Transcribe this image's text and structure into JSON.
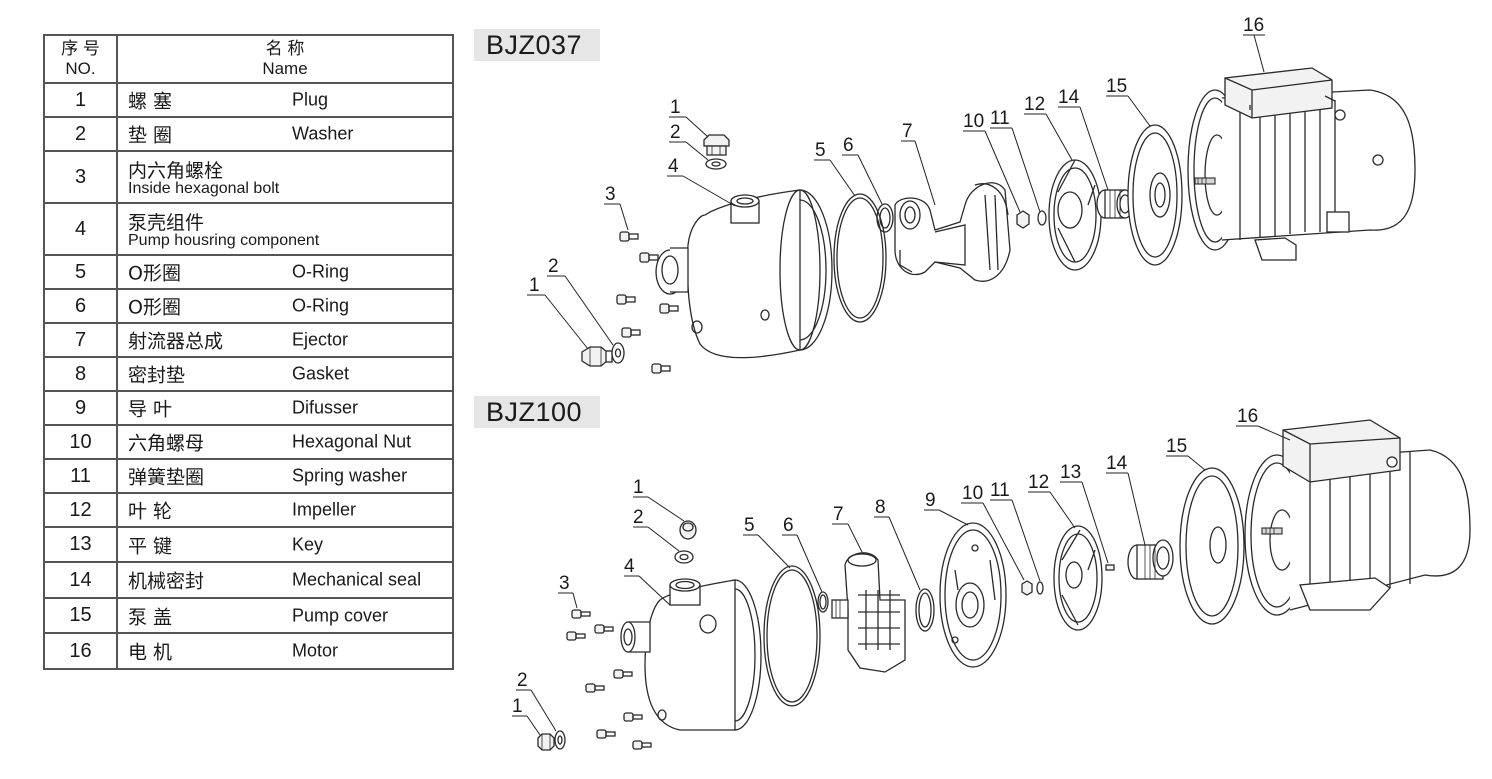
{
  "table": {
    "header": {
      "no_cn": "序 号",
      "no_en": "NO.",
      "name_cn": "名 称",
      "name_en": "Name"
    },
    "rows": [
      {
        "no": "1",
        "cn": "螺 塞",
        "en": "Plug"
      },
      {
        "no": "2",
        "cn": "垫 圈",
        "en": "Washer"
      },
      {
        "no": "3",
        "cn": "内六角螺栓",
        "en": "Inside hexagonal bolt"
      },
      {
        "no": "4",
        "cn": "泵壳组件",
        "en": "Pump housring component"
      },
      {
        "no": "5",
        "cn": "O形圈",
        "en": "O-Ring"
      },
      {
        "no": "6",
        "cn": "O形圈",
        "en": "O-Ring"
      },
      {
        "no": "7",
        "cn": "射流器总成",
        "en": "Ejector"
      },
      {
        "no": "8",
        "cn": "密封垫",
        "en": "Gasket"
      },
      {
        "no": "9",
        "cn": "导 叶",
        "en": "Difusser"
      },
      {
        "no": "10",
        "cn": "六角螺母",
        "en": "Hexagonal Nut"
      },
      {
        "no": "11",
        "cn": "弹簧垫圈",
        "en": "Spring washer"
      },
      {
        "no": "12",
        "cn": "叶 轮",
        "en": "Impeller"
      },
      {
        "no": "13",
        "cn": "平 键",
        "en": "Key"
      },
      {
        "no": "14",
        "cn": "机械密封",
        "en": "Mechanical seal"
      },
      {
        "no": "15",
        "cn": "泵 盖",
        "en": "Pump cover"
      },
      {
        "no": "16",
        "cn": "电 机",
        "en": "Motor"
      }
    ]
  },
  "models": {
    "top": "BJZ037",
    "bottom": "BJZ100"
  },
  "callouts_top": [
    "1",
    "2",
    "1",
    "2",
    "3",
    "4",
    "5",
    "6",
    "7",
    "10",
    "11",
    "12",
    "14",
    "15",
    "16"
  ],
  "callouts_bottom": [
    "1",
    "2",
    "1",
    "2",
    "3",
    "4",
    "5",
    "6",
    "7",
    "8",
    "9",
    "10",
    "11",
    "12",
    "13",
    "14",
    "15",
    "16"
  ]
}
